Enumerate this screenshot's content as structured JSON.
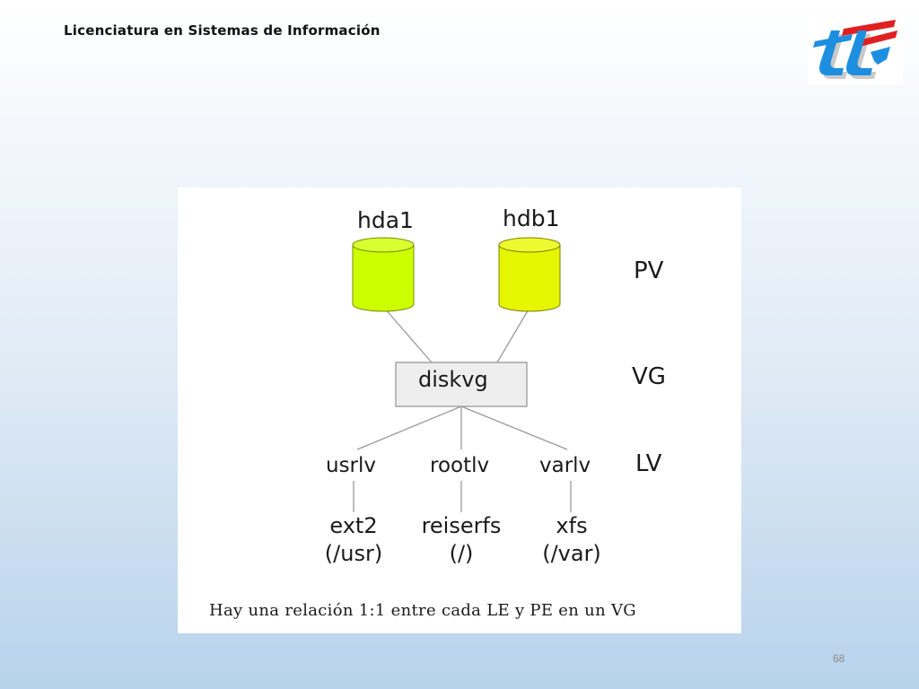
{
  "header": {
    "title": "Licenciatura en Sistemas de Información"
  },
  "diagram": {
    "physical_volumes": [
      {
        "label": "hda1",
        "color": "#ccff00"
      },
      {
        "label": "hdb1",
        "color": "#e6f500"
      }
    ],
    "volume_group": {
      "label": "diskvg",
      "fill": "#eeeeee"
    },
    "logical_volumes": [
      {
        "label": "usrlv",
        "filesystem": "ext2",
        "mount": "(/usr)"
      },
      {
        "label": "rootlv",
        "filesystem": "reiserfs",
        "mount": "(/)"
      },
      {
        "label": "varlv",
        "filesystem": "xfs",
        "mount": "(/var)"
      }
    ],
    "layer_labels": {
      "pv": "PV",
      "vg": "VG",
      "lv": "LV"
    },
    "caption": "Hay una relación 1:1 entre cada LE y PE en un VG"
  },
  "footer": {
    "page_number": "68"
  },
  "colors": {
    "logo_blue": "#1e8fe0",
    "logo_red": "#e02020",
    "connector": "#999999"
  }
}
